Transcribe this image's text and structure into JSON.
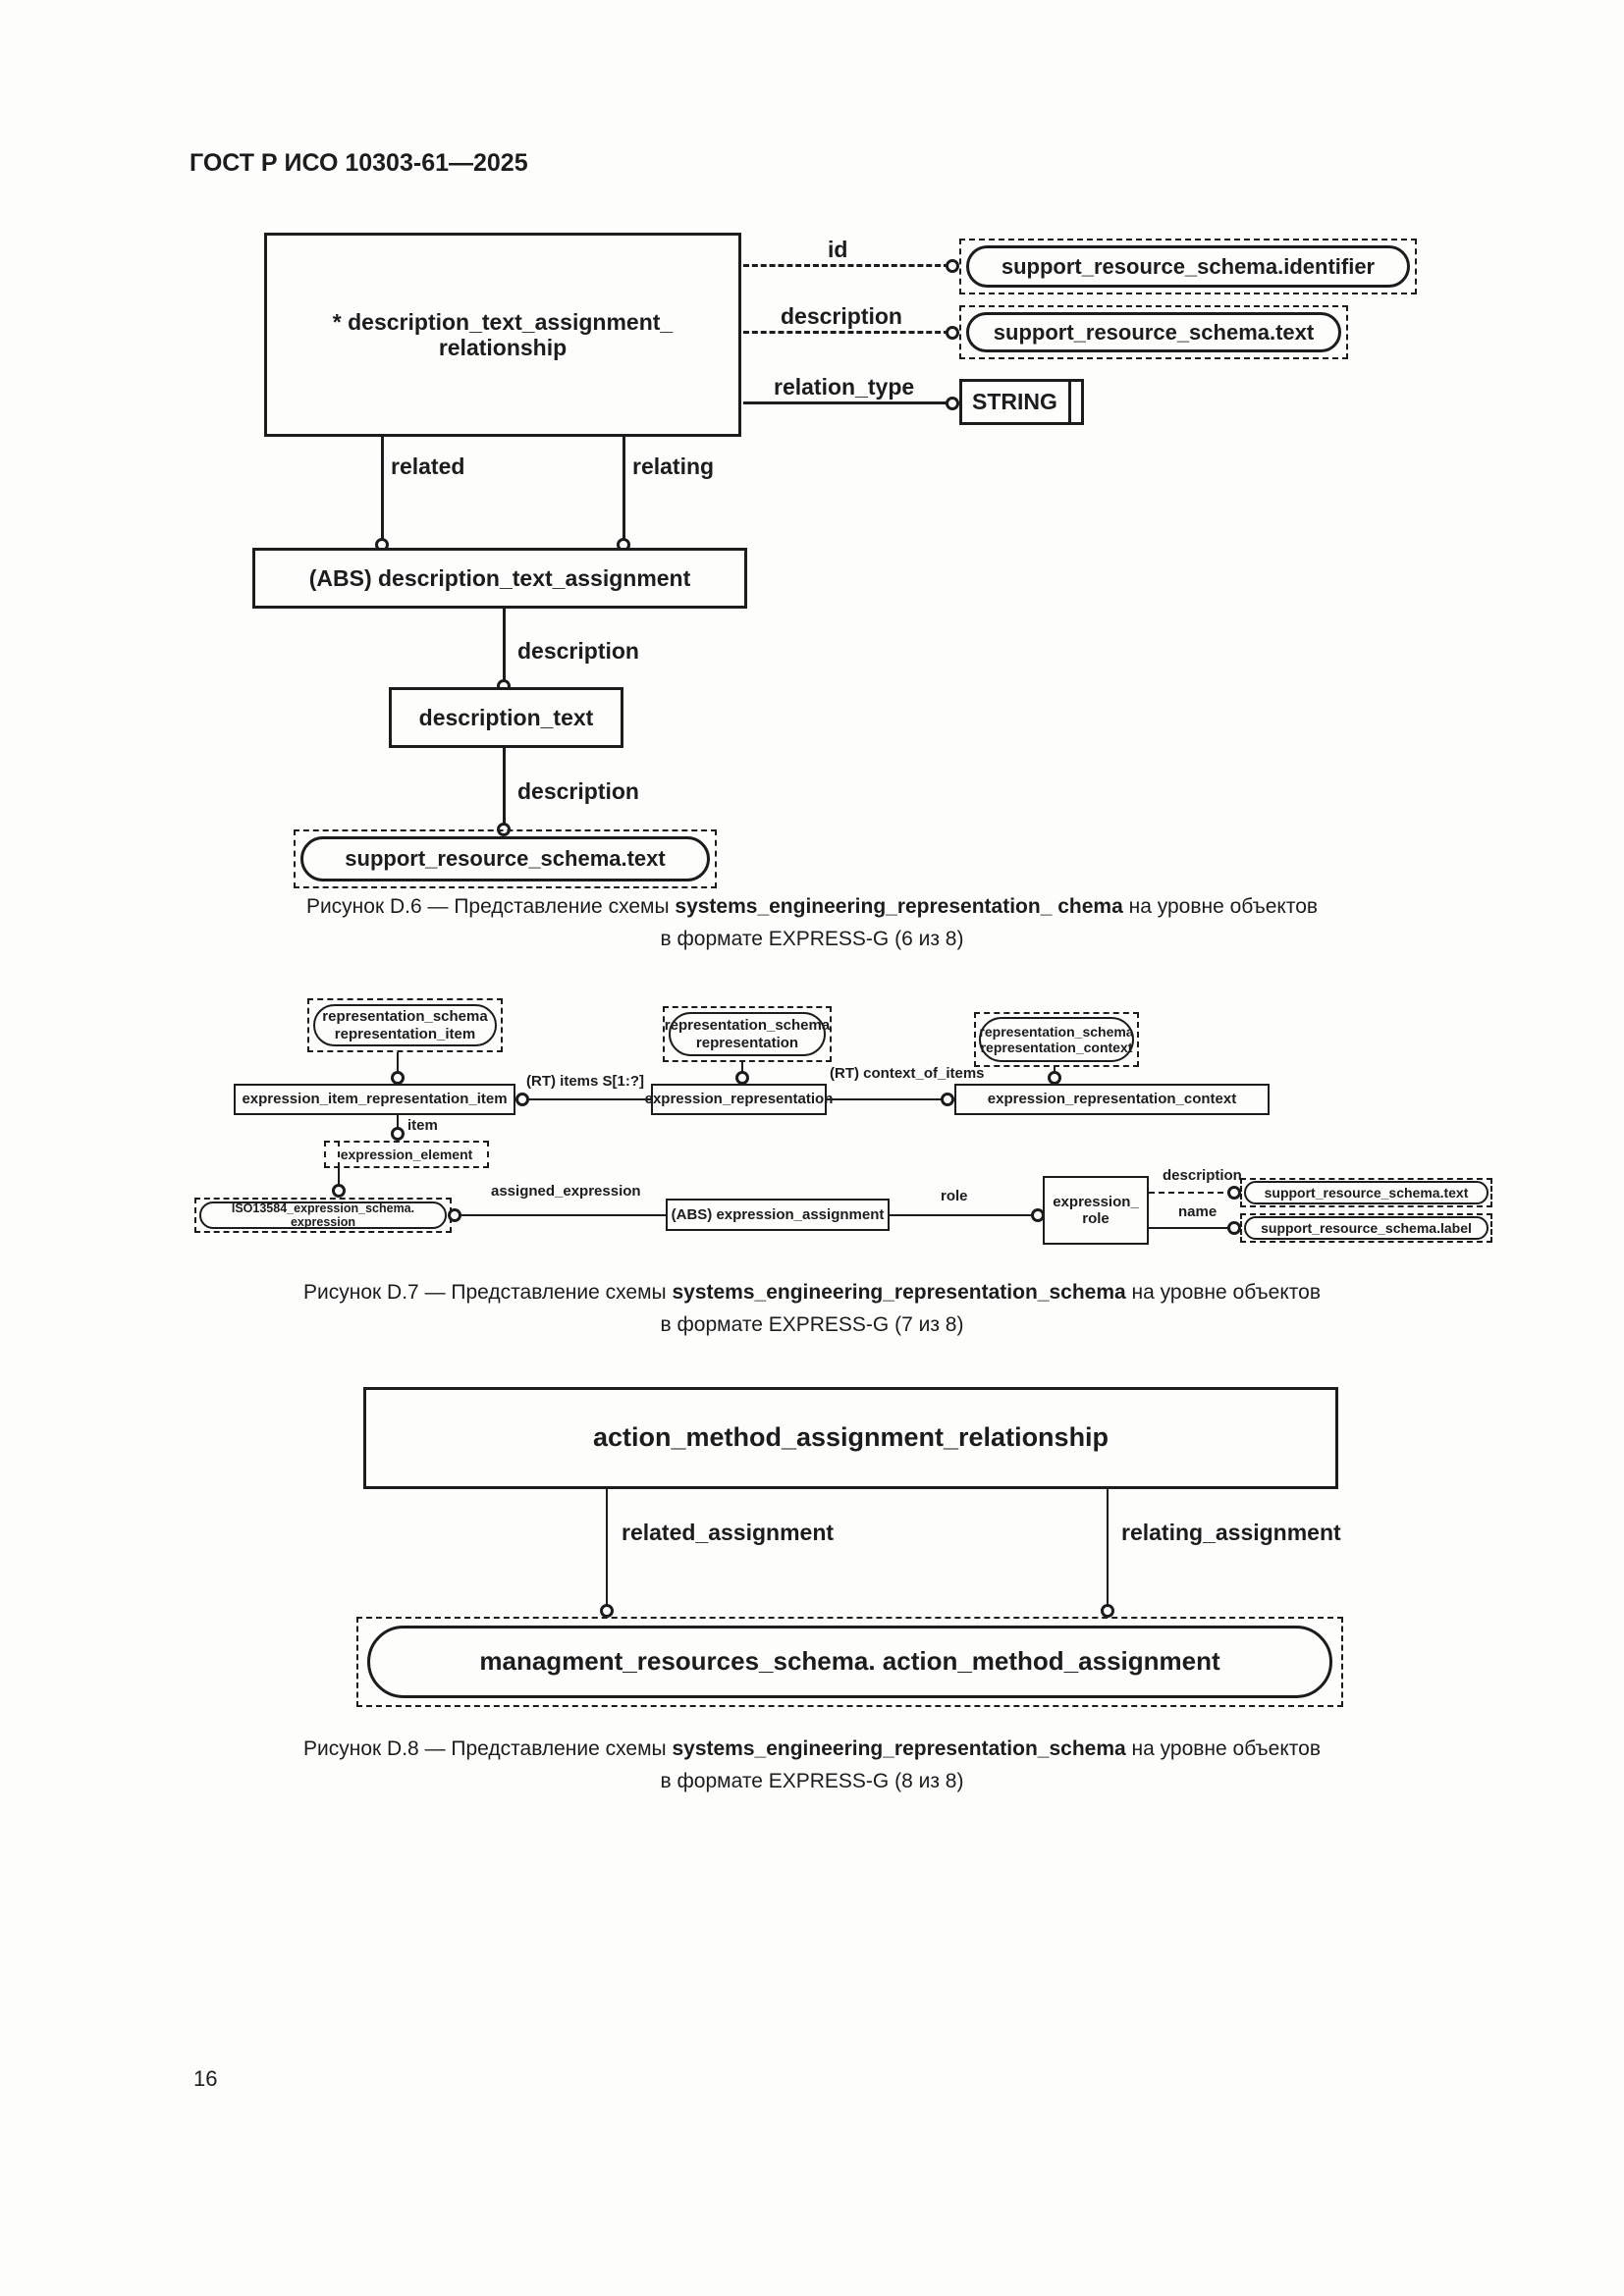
{
  "page": {
    "header": "ГОСТ Р ИСО 10303-61—2025",
    "page_number": "16"
  },
  "fig6": {
    "main_line1": "* description_text_assignment_",
    "main_line2": "relationship",
    "attr_id": "id",
    "attr_description": "description",
    "attr_relation_type": "relation_type",
    "ref_identifier": "support_resource_schema.identifier",
    "ref_text": "support_resource_schema.text",
    "type_string": "STRING",
    "attr_related": "related",
    "attr_relating": "relating",
    "abs_entity": "(ABS) description_text_assignment",
    "attr_description2": "description",
    "entity_description_text": "description_text",
    "attr_description3": "description",
    "ref_text_bottom": "support_resource_schema.text",
    "caption_prefix": "Рисунок D.6 — Представление схемы ",
    "caption_bold": "systems_engineering_representation_ chema",
    "caption_suffix": " на уровне объектов",
    "caption_line2": "в формате EXPRESS-G (6 из 8)"
  },
  "fig7": {
    "ref_repr_item_l1": "representation_schema",
    "ref_repr_item_l2": "representation_item",
    "entity_expr_item_repr_item": "expression_item_representation_item",
    "lbl_rt_items": "(RT) items S[1:?]",
    "ref_repr_l1": "representation_schema",
    "ref_repr_l2": "representation",
    "entity_expr_repr": "expression_representation",
    "lbl_rt_context": "(RT) context_of_items",
    "ref_repr_ctx_l1": "representation_schema",
    "ref_repr_ctx_l2": "representation_context",
    "entity_expr_repr_ctx": "expression_representation_context",
    "lbl_item": "item",
    "ref_expression_element": "expression_element",
    "ref_iso": "ISO13584_expression_schema. expression",
    "lbl_assigned": "assigned_expression",
    "entity_abs_expr_assignment": "(ABS) expression_assignment",
    "lbl_role": "role",
    "entity_role_l1": "expression_",
    "entity_role_l2": "role",
    "lbl_description": "description",
    "ref_srs_text": "support_resource_schema.text",
    "lbl_name": "name",
    "ref_srs_label": "support_resource_schema.label",
    "caption_prefix": "Рисунок D.7 — Представление схемы ",
    "caption_bold": "systems_engineering_representation_schema",
    "caption_suffix": " на уровне объектов",
    "caption_line2": "в формате EXPRESS-G (7 из 8)"
  },
  "fig8": {
    "entity_relationship": "action_method_assignment_relationship",
    "lbl_related_assignment": "related_assignment",
    "lbl_relating_assignment": "relating_assignment",
    "ref_management": "managment_resources_schema. action_method_assignment",
    "caption_prefix": "Рисунок D.8 — Представление схемы ",
    "caption_bold": "systems_engineering_representation_schema",
    "caption_suffix": " на уровне объектов",
    "caption_line2": "в формате EXPRESS-G (8 из 8)"
  }
}
